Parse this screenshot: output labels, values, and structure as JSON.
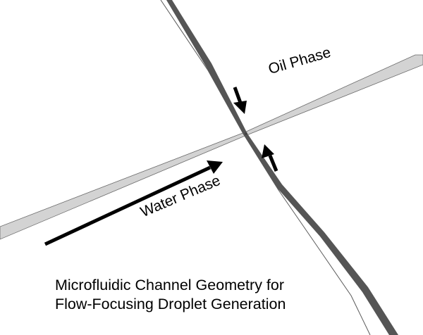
{
  "labels": {
    "oil_phase": "Oil Phase",
    "water_phase": "Water Phase"
  },
  "caption": {
    "line1": "Microfluidic Channel Geometry for",
    "line2": "Flow-Focusing Droplet Generation"
  },
  "colors": {
    "background": "#ffffff",
    "channel_fill": "#d3d3d3",
    "channel_edge": "#6a6a6a",
    "dark_wall": "#555555",
    "arrow": "#000000",
    "text": "#000000"
  }
}
